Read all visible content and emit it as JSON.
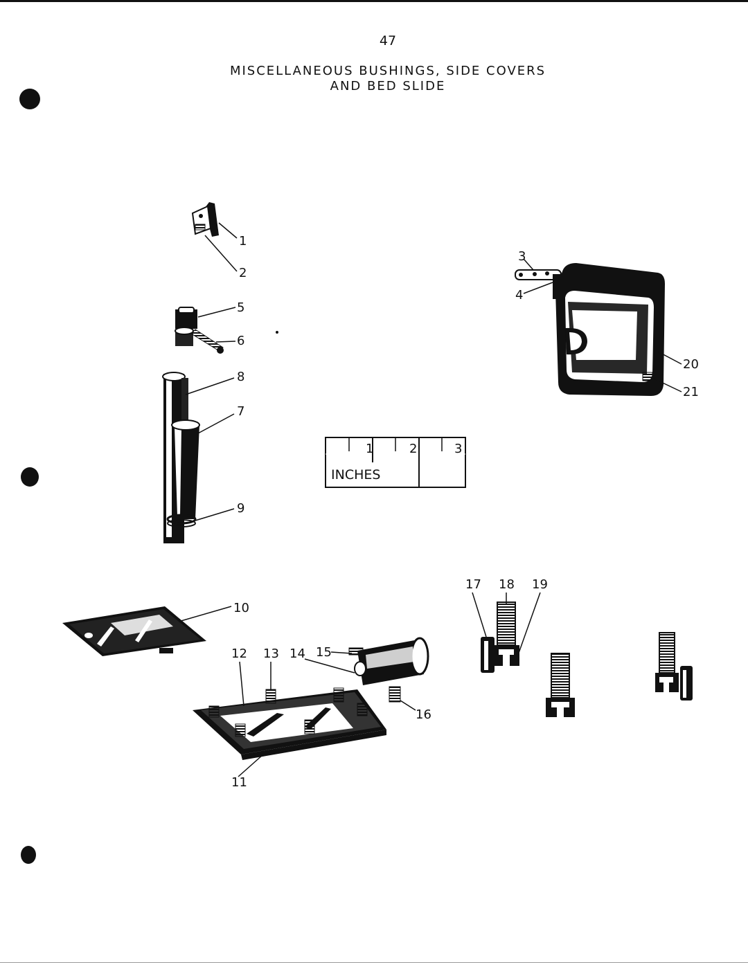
{
  "page_number": "47",
  "title_line1": "MISCELLANEOUS BUSHINGS, SIDE COVERS",
  "title_line2": "AND BED SLIDE",
  "scale": {
    "numbers": [
      "1",
      "2",
      "3"
    ],
    "unit_label": "INCHES"
  },
  "callouts": [
    "1",
    "2",
    "3",
    "4",
    "5",
    "6",
    "7",
    "8",
    "9",
    "10",
    "11",
    "12",
    "13",
    "14",
    "15",
    "16",
    "17",
    "18",
    "19",
    "20",
    "21"
  ]
}
